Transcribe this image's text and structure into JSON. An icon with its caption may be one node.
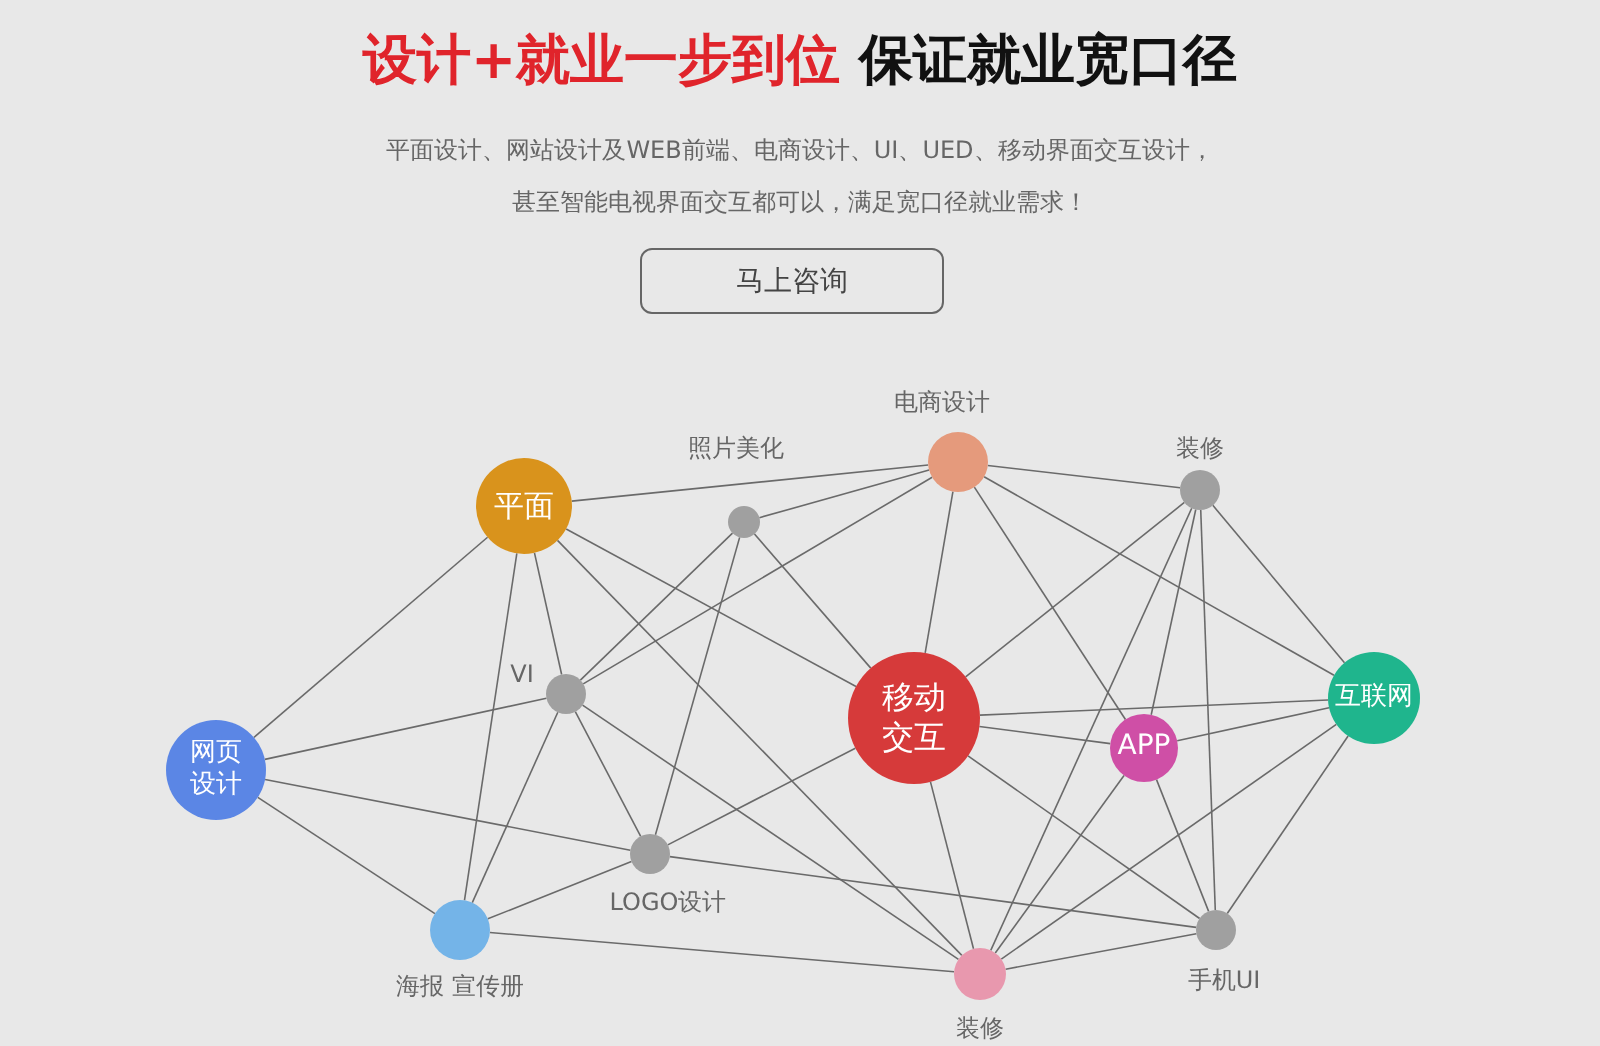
{
  "diagram": {
    "title": "设计+就业一步到位",
    "nodes": [
      {
        "text": [
          "马上咨询"
        ]
      },
      {
        "text": [
          "平面"
        ]
      },
      {
        "text": [
          "照片美化"
        ]
      },
      {
        "text": [
          "电商设计"
        ]
      },
      {
        "text": [
          "装修"
        ]
      },
      {
        "text": [
          "VI"
        ]
      },
      {
        "text": [
          "网页设计"
        ]
      },
      {
        "text": [
          "移动交互"
        ]
      },
      {
        "text": [
          "APP"
        ]
      },
      {
        "text": [
          "互联网"
        ]
      },
      {
        "text": [
          "LOGO设计"
        ]
      },
      {
        "text": [
          "海报 宣传册"
        ]
      },
      {
        "text": [
          "手机UI"
        ]
      },
      {
        "text": [
          "装修"
        ]
      }
    ],
    "edges": [
      {
        "from": 1,
        "to": 3,
        "arrow": "none"
      },
      {
        "from": 1,
        "to": 6,
        "arrow": "none"
      },
      {
        "from": 1,
        "to": 11,
        "arrow": "none"
      },
      {
        "from": 1,
        "to": 5,
        "arrow": "none"
      },
      {
        "from": 1,
        "to": 7,
        "arrow": "none"
      },
      {
        "from": 1,
        "to": 13,
        "arrow": "none"
      },
      {
        "from": 2,
        "to": 3,
        "arrow": "none"
      },
      {
        "from": 2,
        "to": 10,
        "arrow": "none"
      },
      {
        "from": 2,
        "to": 5,
        "arrow": "none"
      },
      {
        "from": 2,
        "to": 7,
        "arrow": "none"
      },
      {
        "from": 5,
        "to": 3,
        "arrow": "none"
      },
      {
        "from": 5,
        "to": 6,
        "arrow": "none"
      },
      {
        "from": 5,
        "to": 10,
        "arrow": "none"
      },
      {
        "from": 5,
        "to": 11,
        "arrow": "none"
      },
      {
        "from": 5,
        "to": 13,
        "arrow": "none"
      },
      {
        "from": 6,
        "to": 10,
        "arrow": "none"
      },
      {
        "from": 6,
        "to": 11,
        "arrow": "none"
      },
      {
        "from": 10,
        "to": 11,
        "arrow": "none"
      },
      {
        "from": 10,
        "to": 7,
        "arrow": "none"
      },
      {
        "from": 10,
        "to": 12,
        "arrow": "none"
      },
      {
        "from": 11,
        "to": 13,
        "arrow": "none"
      },
      {
        "from": 3,
        "to": 7,
        "arrow": "none"
      },
      {
        "from": 3,
        "to": 8,
        "arrow": "none"
      },
      {
        "from": 3,
        "to": 4,
        "arrow": "none"
      },
      {
        "from": 3,
        "to": 9,
        "arrow": "none"
      },
      {
        "from": 4,
        "to": 9,
        "arrow": "none"
      },
      {
        "from": 4,
        "to": 7,
        "arrow": "none"
      },
      {
        "from": 4,
        "to": 8,
        "arrow": "none"
      },
      {
        "from": 4,
        "to": 12,
        "arrow": "none"
      },
      {
        "from": 4,
        "to": 13,
        "arrow": "none"
      },
      {
        "from": 7,
        "to": 9,
        "arrow": "none"
      },
      {
        "from": 7,
        "to": 8,
        "arrow": "none"
      },
      {
        "from": 7,
        "to": 12,
        "arrow": "none"
      },
      {
        "from": 7,
        "to": 13,
        "arrow": "none"
      },
      {
        "from": 8,
        "to": 9,
        "arrow": "none"
      },
      {
        "from": 8,
        "to": 13,
        "arrow": "none"
      },
      {
        "from": 8,
        "to": 12,
        "arrow": "none"
      },
      {
        "from": 9,
        "to": 13,
        "arrow": "none"
      },
      {
        "from": 9,
        "to": 12,
        "arrow": "none"
      },
      {
        "from": 12,
        "to": 13,
        "arrow": "none"
      }
    ],
    "labels": [
      "保证就业宽口径",
      "平面设计、网站设计及WEB前端、电商设计、UI、UED、移动界面交互设计，甚至智能电视界面交互都可以，满足宽口径就业需求！"
    ]
  }
}
